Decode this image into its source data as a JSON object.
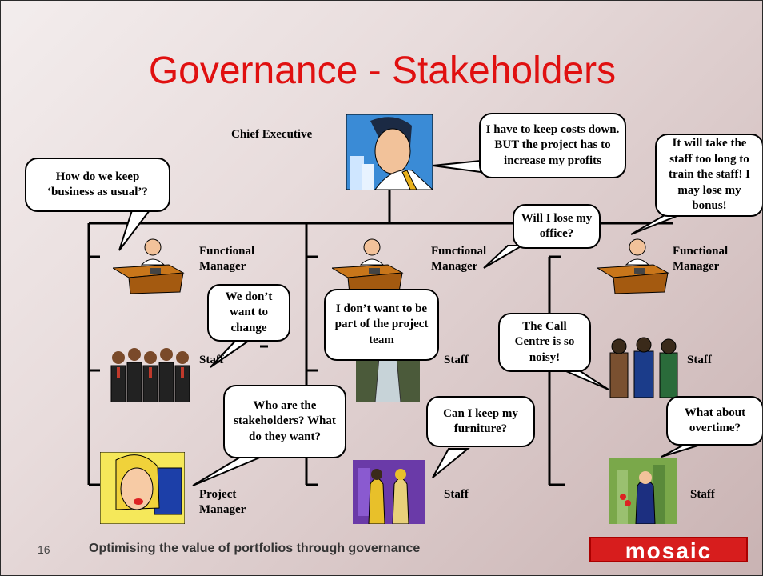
{
  "slide": {
    "title": "Governance - Stakeholders",
    "page_number": "16",
    "footer_text": "Optimising the value of portfolios through governance",
    "logo_text": "mosaic"
  },
  "labels": {
    "chief_executive": "Chief Executive",
    "functional_manager": "Functional Manager",
    "staff": "Staff",
    "project_manager": "Project Manager"
  },
  "bubbles": {
    "chief": "I have to keep costs down. BUT the project has to increase my profits",
    "business_as_usual": "How do we keep ‘business as usual’?",
    "lose_office": "Will I lose my office?",
    "train_staff": "It will take the staff too long to train the staff! I may lose my bonus!",
    "dont_change": "We don’t want to change",
    "dont_want_part": "I don’t want to be part of the project team",
    "call_centre": "The Call Centre is so noisy!",
    "who_stakeholders": "Who are the stakeholders? What do they want?",
    "keep_furniture": "Can I keep my furniture?",
    "overtime": "What about overtime?"
  },
  "colors": {
    "title": "#e01010",
    "logo": "#d71d1d"
  }
}
